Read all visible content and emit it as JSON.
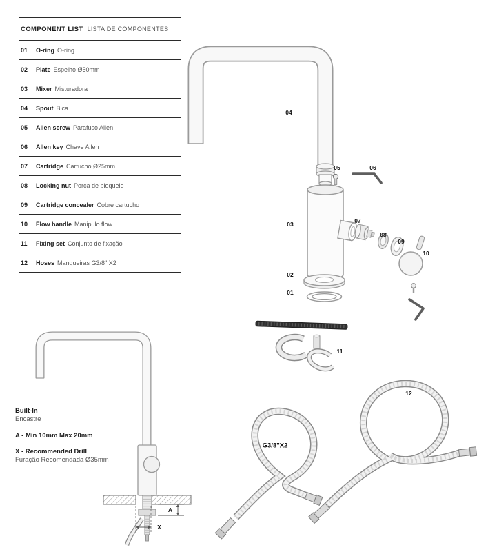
{
  "component_list": {
    "title_en": "COMPONENT LIST",
    "title_pt": "LISTA DE COMPONENTES",
    "items": [
      {
        "num": "01",
        "en": "O-ring",
        "pt": "O-ring"
      },
      {
        "num": "02",
        "en": "Plate",
        "pt": "Espelho Ø50mm"
      },
      {
        "num": "03",
        "en": "Mixer",
        "pt": "Misturadora"
      },
      {
        "num": "04",
        "en": "Spout",
        "pt": "Bica"
      },
      {
        "num": "05",
        "en": "Allen screw",
        "pt": "Parafuso Allen"
      },
      {
        "num": "06",
        "en": "Allen key",
        "pt": "Chave Allen"
      },
      {
        "num": "07",
        "en": "Cartridge",
        "pt": "Cartucho Ø25mm"
      },
      {
        "num": "08",
        "en": "Locking nut",
        "pt": "Porca de bloqueio"
      },
      {
        "num": "09",
        "en": "Cartridge concealer",
        "pt": "Cobre cartucho"
      },
      {
        "num": "10",
        "en": "Flow handle",
        "pt": "Manipulo flow"
      },
      {
        "num": "11",
        "en": "Fixing set",
        "pt": "Conjunto de fixação"
      },
      {
        "num": "12",
        "en": "Hoses",
        "pt": "Mangueiras G3/8\" X2"
      }
    ]
  },
  "exploded": {
    "callouts": {
      "o_ring": "01",
      "plate": "02",
      "mixer": "03",
      "spout": "04",
      "allen_screw": "05",
      "allen_key": "06",
      "cartridge": "07",
      "locking_nut": "08",
      "cartridge_concealer": "09",
      "flow_handle": "10",
      "fixing_set": "11",
      "hoses": "12",
      "hose_spec": "G3/8\"X2"
    }
  },
  "installation": {
    "title_en": "Built-In",
    "title_pt": "Encastre",
    "note_a": "A - Min 10mm Max 20mm",
    "note_x_en": "X - Recommended Drill",
    "note_x_pt": "Furação Recomendada Ø35mm",
    "dim_a": "A",
    "dim_x": "X"
  },
  "colors": {
    "outline": "#9a9a9a",
    "text": "#1d1d1d",
    "rod": "#303030"
  }
}
